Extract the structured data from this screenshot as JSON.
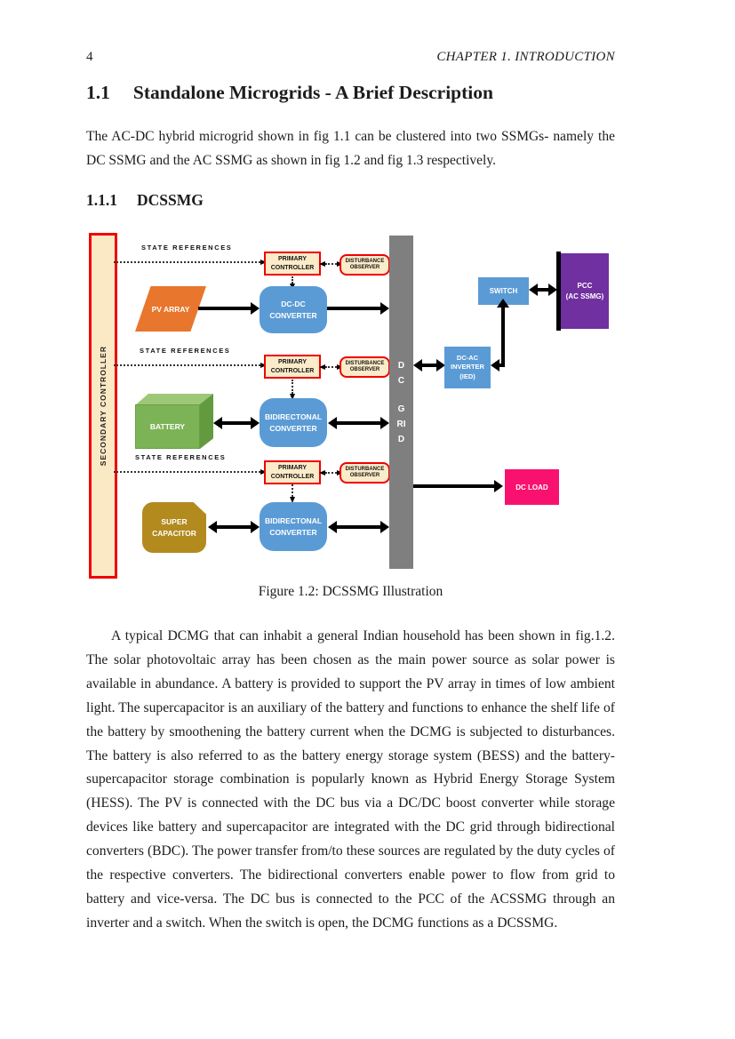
{
  "page": {
    "page_number": "4",
    "chapter_header": "CHAPTER 1.  INTRODUCTION",
    "section": {
      "number": "1.1",
      "title": "Standalone Microgrids - A Brief Description"
    },
    "intro_paragraph": "The AC-DC hybrid microgrid shown in fig 1.1 can be clustered into two SSMGs- namely the DC SSMG and the AC SSMG as shown in fig 1.2 and fig 1.3 respectively.",
    "subsection": {
      "number": "1.1.1",
      "title": "DCSSMG"
    },
    "body_paragraph": "A typical DCMG that can inhabit a general Indian household has been shown in fig.1.2. The solar photovoltaic array has been chosen as the main power source as solar power is available in abundance. A battery is provided to support the PV array in times of low ambient light. The supercapacitor is an auxiliary of the battery and functions to enhance the shelf life of the battery by smoothening the battery current when the DCMG is subjected to disturbances. The battery is also referred to as the battery energy storage system (BESS) and the battery-supercapacitor storage combination is popularly known as Hybrid Energy Storage System (HESS). The PV is connected with the DC bus via a DC/DC boost converter while storage devices like battery and supercapacitor are integrated with the DC grid through bidirectional converters (BDC). The power transfer from/to these sources are regulated by the duty cycles of the respective converters. The bidirectional converters enable power to flow from grid to battery and vice-versa. The DC bus is connected to the PCC of the ACSSMG through an inverter and a switch. When the switch is open, the DCMG functions as a DCSSMG."
  },
  "figure": {
    "caption": "Figure 1.2: DCSSMG Illustration",
    "secondary_controller": "SECONDARY CONTROLLER",
    "state_references_label": "STATE REFERENCES",
    "primary_controller_label": "PRIMARY CONTROLLER",
    "disturbance_observer_label": "DISTURBANCE OBSERVER",
    "pv_array": "PV ARRAY",
    "dcdc_converter": "DC-DC CONVERTER",
    "battery": "BATTERY",
    "bidirectional_converter": "BIDIRECTONAL CONVERTER",
    "super_capacitor": "SUPER CAPACITOR",
    "dc_grid": {
      "word1": "DC",
      "word2": "GRID"
    },
    "switch": "SWITCH",
    "pcc": {
      "line1": "PCC",
      "line2": "(AC SSMG)"
    },
    "dcac_inverter": {
      "line1": "DC-AC",
      "line2": "INVERTER",
      "line3": "(IED)"
    },
    "dc_load": "DC LOAD",
    "colors": {
      "controller_fill": "#FCEBC9",
      "controller_border": "#F00000",
      "pv_orange": "#E8762C",
      "converter_blue": "#5B9BD5",
      "battery_green": "#7CB356",
      "supercap_gold": "#B28A1E",
      "grid_gray": "#7F7F7F",
      "pcc_purple": "#7030A0",
      "dcload_pink": "#F9116F"
    }
  }
}
